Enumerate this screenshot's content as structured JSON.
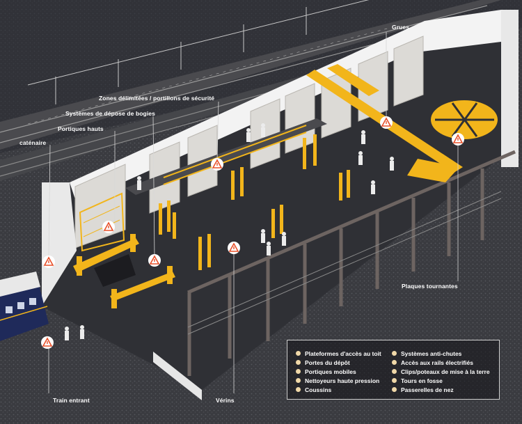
{
  "colors": {
    "background": "#2a2b30",
    "floor": "#2e2f33",
    "wall": "#f2f2f2",
    "accent_yellow": "#f2b51b",
    "warning_orange": "#e8502a",
    "column_brown": "#6d6461",
    "legend_dot": "#f0d8a8"
  },
  "callouts": {
    "grues": "Grues",
    "zones": "Zones délimitées / portillons de sécurité",
    "bogies": "Systèmes de dépose de bogies",
    "portiques_hauts": "Portiques hauts",
    "catenaire": "caténaire",
    "plaques": "Plaques tournantes",
    "train": "Train entrant",
    "verins": "Vérins"
  },
  "warning_icon": "warning-triangle-icon",
  "legend": {
    "left": [
      "Plateformes d'accès au toit",
      "Portes du dépôt",
      "Portiques mobiles",
      "Nettoyeurs haute pression",
      "Coussins"
    ],
    "right": [
      "Systèmes anti-chutes",
      "Accès aux rails électrifiés",
      "Clips/poteaux de mise à la terre",
      "Tours en fosse",
      "Passerelles de nez"
    ]
  }
}
